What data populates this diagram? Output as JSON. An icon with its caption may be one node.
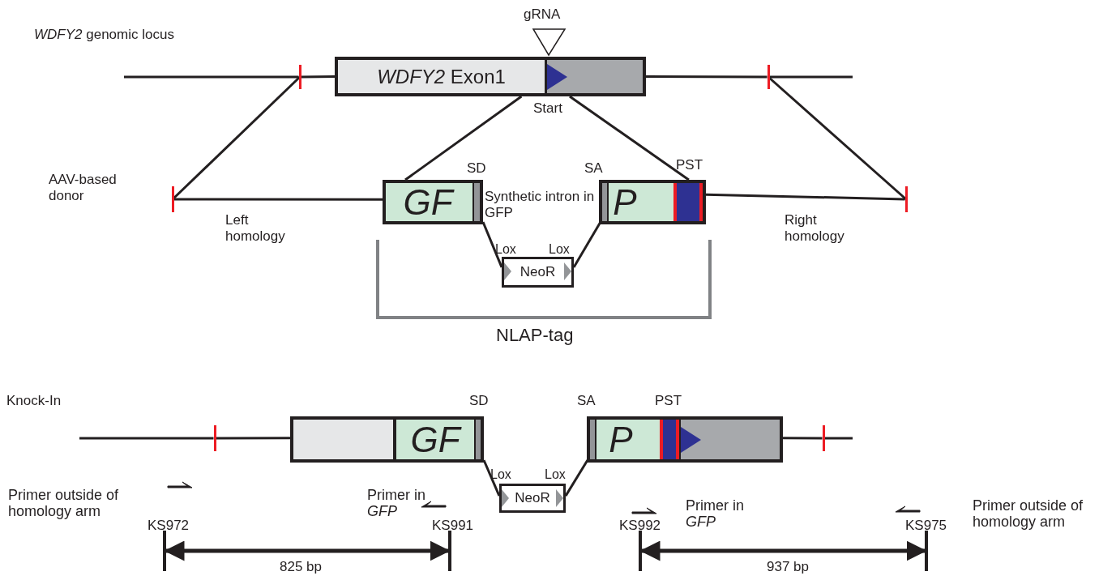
{
  "diagram": {
    "nodes": [
      {
        "text": [
          "*WDFY2* Exon1"
        ]
      },
      {
        "text": [
          "GF"
        ],
        "beside": [
          "SD"
        ]
      },
      {
        "text": [
          "P"
        ],
        "beside": [
          "SA",
          "PST"
        ]
      },
      {
        "text": [
          "NeoR"
        ]
      },
      {
        "text": [
          "GF"
        ],
        "beside": [
          "SD"
        ]
      },
      {
        "text": [
          "P"
        ],
        "beside": [
          "SA",
          "PST"
        ]
      },
      {
        "text": [
          "NeoR"
        ]
      },
      {
        "text": [],
        "shape": "bar"
      },
      {
        "text": [],
        "shape": "bar"
      },
      {
        "text": [],
        "shape": "bar"
      },
      {
        "text": [],
        "shape": "bar"
      },
      {
        "text": [],
        "shape": "bar"
      },
      {
        "text": [],
        "shape": "bar"
      }
    ],
    "edges": [
      {
        "from": 0,
        "to": 1,
        "arrow": "none"
      },
      {
        "from": 0,
        "to": 2,
        "arrow": "none"
      },
      {
        "from": 1,
        "to": 3,
        "arrow": "none"
      },
      {
        "from": 3,
        "to": 2,
        "arrow": "none"
      },
      {
        "from": 4,
        "to": 6,
        "arrow": "none"
      },
      {
        "from": 6,
        "to": 5,
        "arrow": "none"
      },
      {
        "from": null,
        "to": 7,
        "arrow": "none"
      },
      {
        "from": 7,
        "to": 0,
        "arrow": "none"
      },
      {
        "from": 0,
        "to": 8,
        "arrow": "none"
      },
      {
        "from": 8,
        "to": null,
        "arrow": "none"
      },
      {
        "from": 7,
        "to": 9,
        "arrow": "none"
      },
      {
        "from": 8,
        "to": 10,
        "arrow": "none"
      },
      {
        "from": 9,
        "to": 1,
        "arrow": "none"
      },
      {
        "from": 2,
        "to": 10,
        "arrow": "none"
      },
      {
        "from": null,
        "to": 11,
        "arrow": "none"
      },
      {
        "from": 11,
        "to": 4,
        "arrow": "none"
      },
      {
        "from": 5,
        "to": 12,
        "arrow": "none"
      },
      {
        "from": 12,
        "to": null,
        "arrow": "none"
      }
    ],
    "labels": [
      "gRNA",
      "*WDFY2* genomic locus",
      "Start",
      "AAV-based donor",
      "Synthetic intron in GFP",
      "Left homology",
      "Right homology",
      "Lox",
      "Lox",
      "NLAP-tag",
      "Knock-In",
      "Lox",
      "Lox",
      "Primer outside of homology arm",
      "Primer in *GFP*",
      "Primer in *GFP*",
      "Primer outside of homology arm",
      "KS972",
      "KS991",
      "KS992",
      "KS975",
      "825 bp",
      "937 bp"
    ]
  }
}
